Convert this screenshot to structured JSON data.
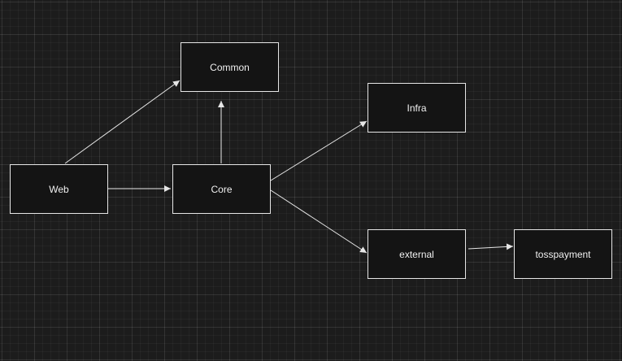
{
  "diagram": {
    "nodes": {
      "web": "Web",
      "common": "Common",
      "core": "Core",
      "infra": "Infra",
      "external": "external",
      "tosspayment": "tosspayment"
    },
    "edges": [
      {
        "from": "Web",
        "to": "Common"
      },
      {
        "from": "Web",
        "to": "Core"
      },
      {
        "from": "Core",
        "to": "Common"
      },
      {
        "from": "Core",
        "to": "Infra"
      },
      {
        "from": "Core",
        "to": "external"
      },
      {
        "from": "external",
        "to": "tosspayment"
      }
    ],
    "colors": {
      "background": "#1c1c1c",
      "node_border": "#e6e6e6",
      "node_fill": "#141414",
      "text": "#f0f0f0",
      "edge": "#e6e6e6"
    }
  }
}
